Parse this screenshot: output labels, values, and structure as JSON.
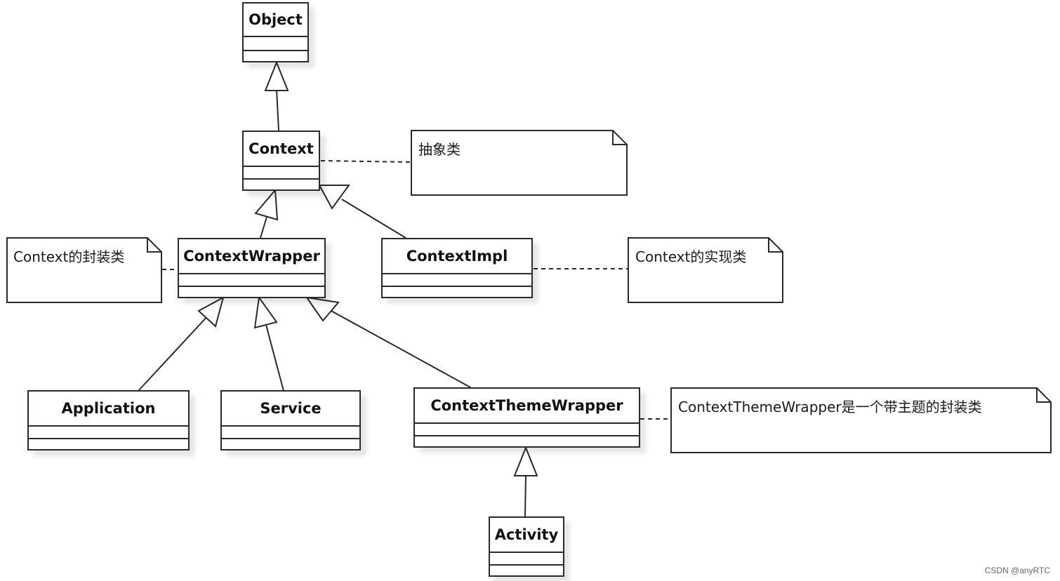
{
  "classes": {
    "object": "Object",
    "context": "Context",
    "context_wrapper": "ContextWrapper",
    "context_impl": "ContextImpl",
    "application": "Application",
    "service": "Service",
    "context_theme_wrapper": "ContextThemeWrapper",
    "activity": "Activity"
  },
  "notes": {
    "context_note": "抽象类",
    "wrapper_note": "Context的封装类",
    "impl_note": "Context的实现类",
    "theme_note": "ContextThemeWrapper是一个带主题的封装类"
  },
  "watermark": "CSDN @anyRTC",
  "colors": {
    "line": "#2a2a2a",
    "background": "#ffffff"
  }
}
